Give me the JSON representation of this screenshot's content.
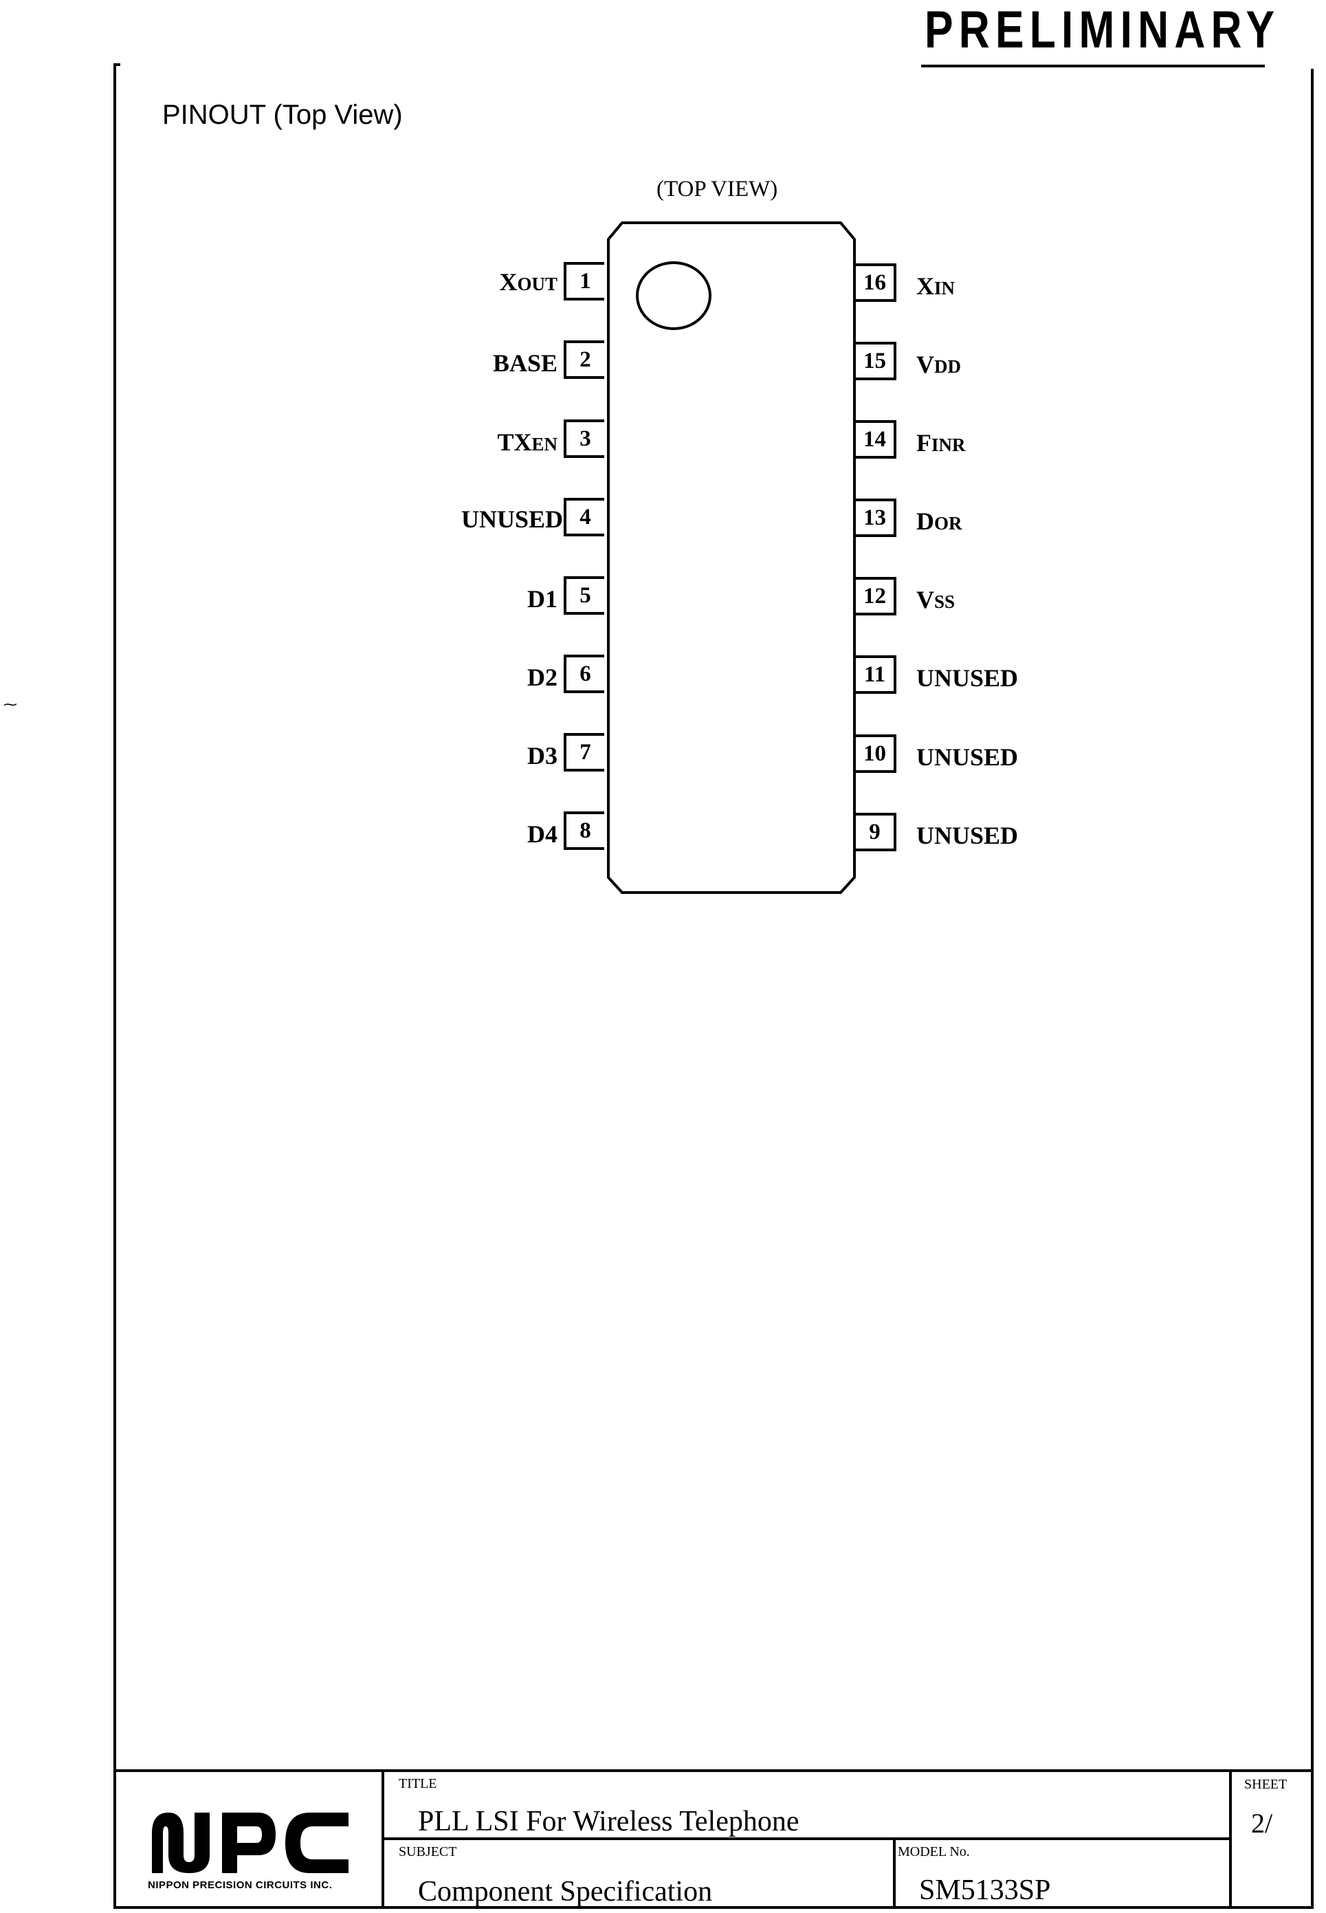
{
  "header": {
    "stamp": "PRELIMINARY"
  },
  "section": {
    "title": "PINOUT (Top View)"
  },
  "diagram": {
    "caption": "(TOP VIEW)",
    "left_pins": [
      {
        "number": "1",
        "label": "XOUT"
      },
      {
        "number": "2",
        "label": "BASE"
      },
      {
        "number": "3",
        "label": "TXEN"
      },
      {
        "number": "4",
        "label": "UNUSED"
      },
      {
        "number": "5",
        "label": "D1"
      },
      {
        "number": "6",
        "label": "D2"
      },
      {
        "number": "7",
        "label": "D3"
      },
      {
        "number": "8",
        "label": "D4"
      }
    ],
    "right_pins": [
      {
        "number": "16",
        "label": "XIN"
      },
      {
        "number": "15",
        "label": "VDD"
      },
      {
        "number": "14",
        "label": "FINR"
      },
      {
        "number": "13",
        "label": "DOR"
      },
      {
        "number": "12",
        "label": "VSS"
      },
      {
        "number": "11",
        "label": "UNUSED"
      },
      {
        "number": "10",
        "label": "UNUSED"
      },
      {
        "number": "9",
        "label": "UNUSED"
      }
    ]
  },
  "title_block": {
    "company_logo": "NPC",
    "company_name": "NIPPON PRECISION CIRCUITS INC.",
    "title_caption": "TITLE",
    "title_value": "PLL LSI For Wireless Telephone",
    "subject_caption": "SUBJECT",
    "subject_value": "Component Specification",
    "model_caption": "MODEL No.",
    "model_value": "SM5133SP",
    "sheet_caption": "SHEET",
    "sheet_value": "2/"
  }
}
